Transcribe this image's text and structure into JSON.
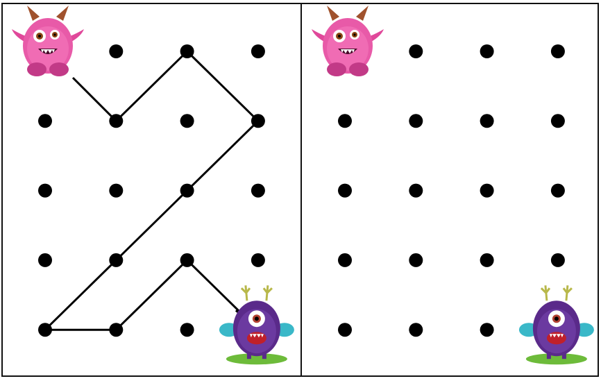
{
  "worksheet": {
    "panels": [
      {
        "id": "example",
        "dots_rows": [
          [
            false,
            true,
            true,
            true
          ],
          [
            true,
            true,
            true,
            true
          ],
          [
            true,
            true,
            true,
            true
          ],
          [
            true,
            true,
            true,
            true
          ],
          [
            true,
            true,
            true,
            false
          ]
        ],
        "path": [
          [
            0,
            0
          ],
          [
            1,
            1
          ],
          [
            2,
            0
          ],
          [
            3,
            1
          ],
          [
            2,
            2
          ],
          [
            1,
            3
          ],
          [
            0,
            4
          ],
          [
            1,
            4
          ],
          [
            2,
            3
          ],
          [
            3,
            4
          ]
        ],
        "start_monster": "pink-horned-monster",
        "end_monster": "purple-one-eyed-monster"
      },
      {
        "id": "practice",
        "dots_rows": [
          [
            false,
            true,
            true,
            true
          ],
          [
            true,
            true,
            true,
            true
          ],
          [
            true,
            true,
            true,
            true
          ],
          [
            true,
            true,
            true,
            true
          ],
          [
            true,
            true,
            true,
            false
          ]
        ],
        "path": [],
        "start_monster": "pink-horned-monster",
        "end_monster": "purple-one-eyed-monster"
      }
    ],
    "colors": {
      "dot": "#000000",
      "line": "#000000",
      "border": "#111111",
      "pink": "#e0489a",
      "purple": "#5a2a8a",
      "grass": "#6dbb3a"
    }
  }
}
